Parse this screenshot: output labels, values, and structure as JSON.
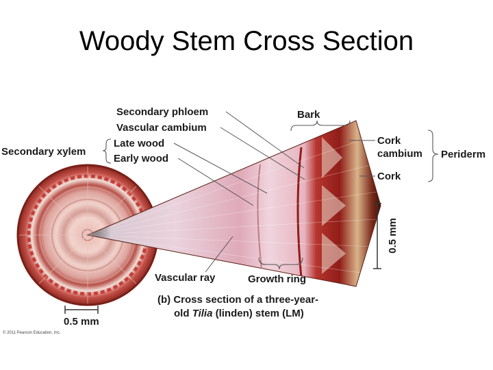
{
  "title": "Woody Stem Cross Section",
  "labels": {
    "secondary_phloem": "Secondary phloem",
    "vascular_cambium": "Vascular cambium",
    "secondary_xylem": "Secondary xylem",
    "late_wood": "Late wood",
    "early_wood": "Early wood",
    "bark": "Bark",
    "cork_cambium_line1": "Cork",
    "cork_cambium_line2": "cambium",
    "periderm": "Periderm",
    "cork": "Cork",
    "scale_vertical": "0.5 mm",
    "vascular_ray": "Vascular ray",
    "growth_ring": "Growth ring",
    "scale_horizontal": "0.5 mm"
  },
  "caption": {
    "line1": "(b) Cross section of a three-year-",
    "line2_prefix": "old ",
    "line2_italic": "Tilia",
    "line2_suffix": " (linden) stem (LM)"
  },
  "copyright": "© 2011 Pearson Education, Inc.",
  "colors": {
    "early_wood": "#f0d6cf",
    "late_wood": "#c98c86",
    "phloem_red": "#b0302a",
    "bark_dark": "#5a1c12",
    "bark_tan": "#d9b48a"
  }
}
